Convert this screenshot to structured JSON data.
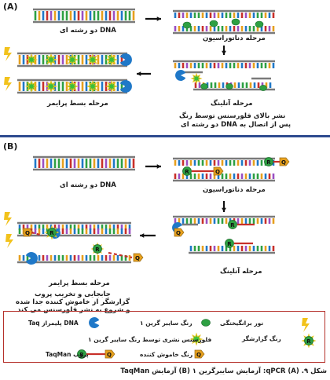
{
  "panel_a": {
    "tag": "(A)",
    "step1": "DNA دو رشته ای",
    "step2": "مرحله دناتوراسیون",
    "step3": "مرحله آنلینگ",
    "step4": "مرحله بسط پرایمر",
    "note_line1": "نشر بالای فلورسنس توسط رنگ",
    "note_line2": "پس از اتصال به DNA دو رشته ای"
  },
  "panel_b": {
    "tag": "(B)",
    "step1": "DNA دو رشته ای",
    "step2": "مرحله دناتوراسیون",
    "step3": "مرحله آنلینگ",
    "step4": "مرحله بسط پرایمر",
    "note_line1": "جابجایی و تخریب پروب",
    "note_line2": "گزارشگر از خاموش کننده جدا شده",
    "note_line3": "و شروع به نشر فلورسنس می کند",
    "marker_r": "R",
    "marker_q": "Q"
  },
  "legend": {
    "light": "نور برانگیختگی",
    "dye": "رنگ سایبر گرین ۱",
    "polymerase": "DNA پلیمراز Taq",
    "reporter": "رنگ گزارشگر",
    "quencher": "رنگ خاموش کننده",
    "fluor": "فلورسنس نشری توسط رنگ سایبر گرین ۱",
    "probe": "پروب TaqMan",
    "r": "R",
    "q": "Q"
  },
  "caption": "شکل ۹. qPCR (A): آزمایش سایبرگرین ۱ (B) آزمایش TaqMan",
  "colors": {
    "strand": "#7a7a7a",
    "green": "#2ea043",
    "blue": "#1f78c8",
    "orange": "#e6a01e",
    "red": "#c8302a",
    "frame": "#b5302a"
  }
}
